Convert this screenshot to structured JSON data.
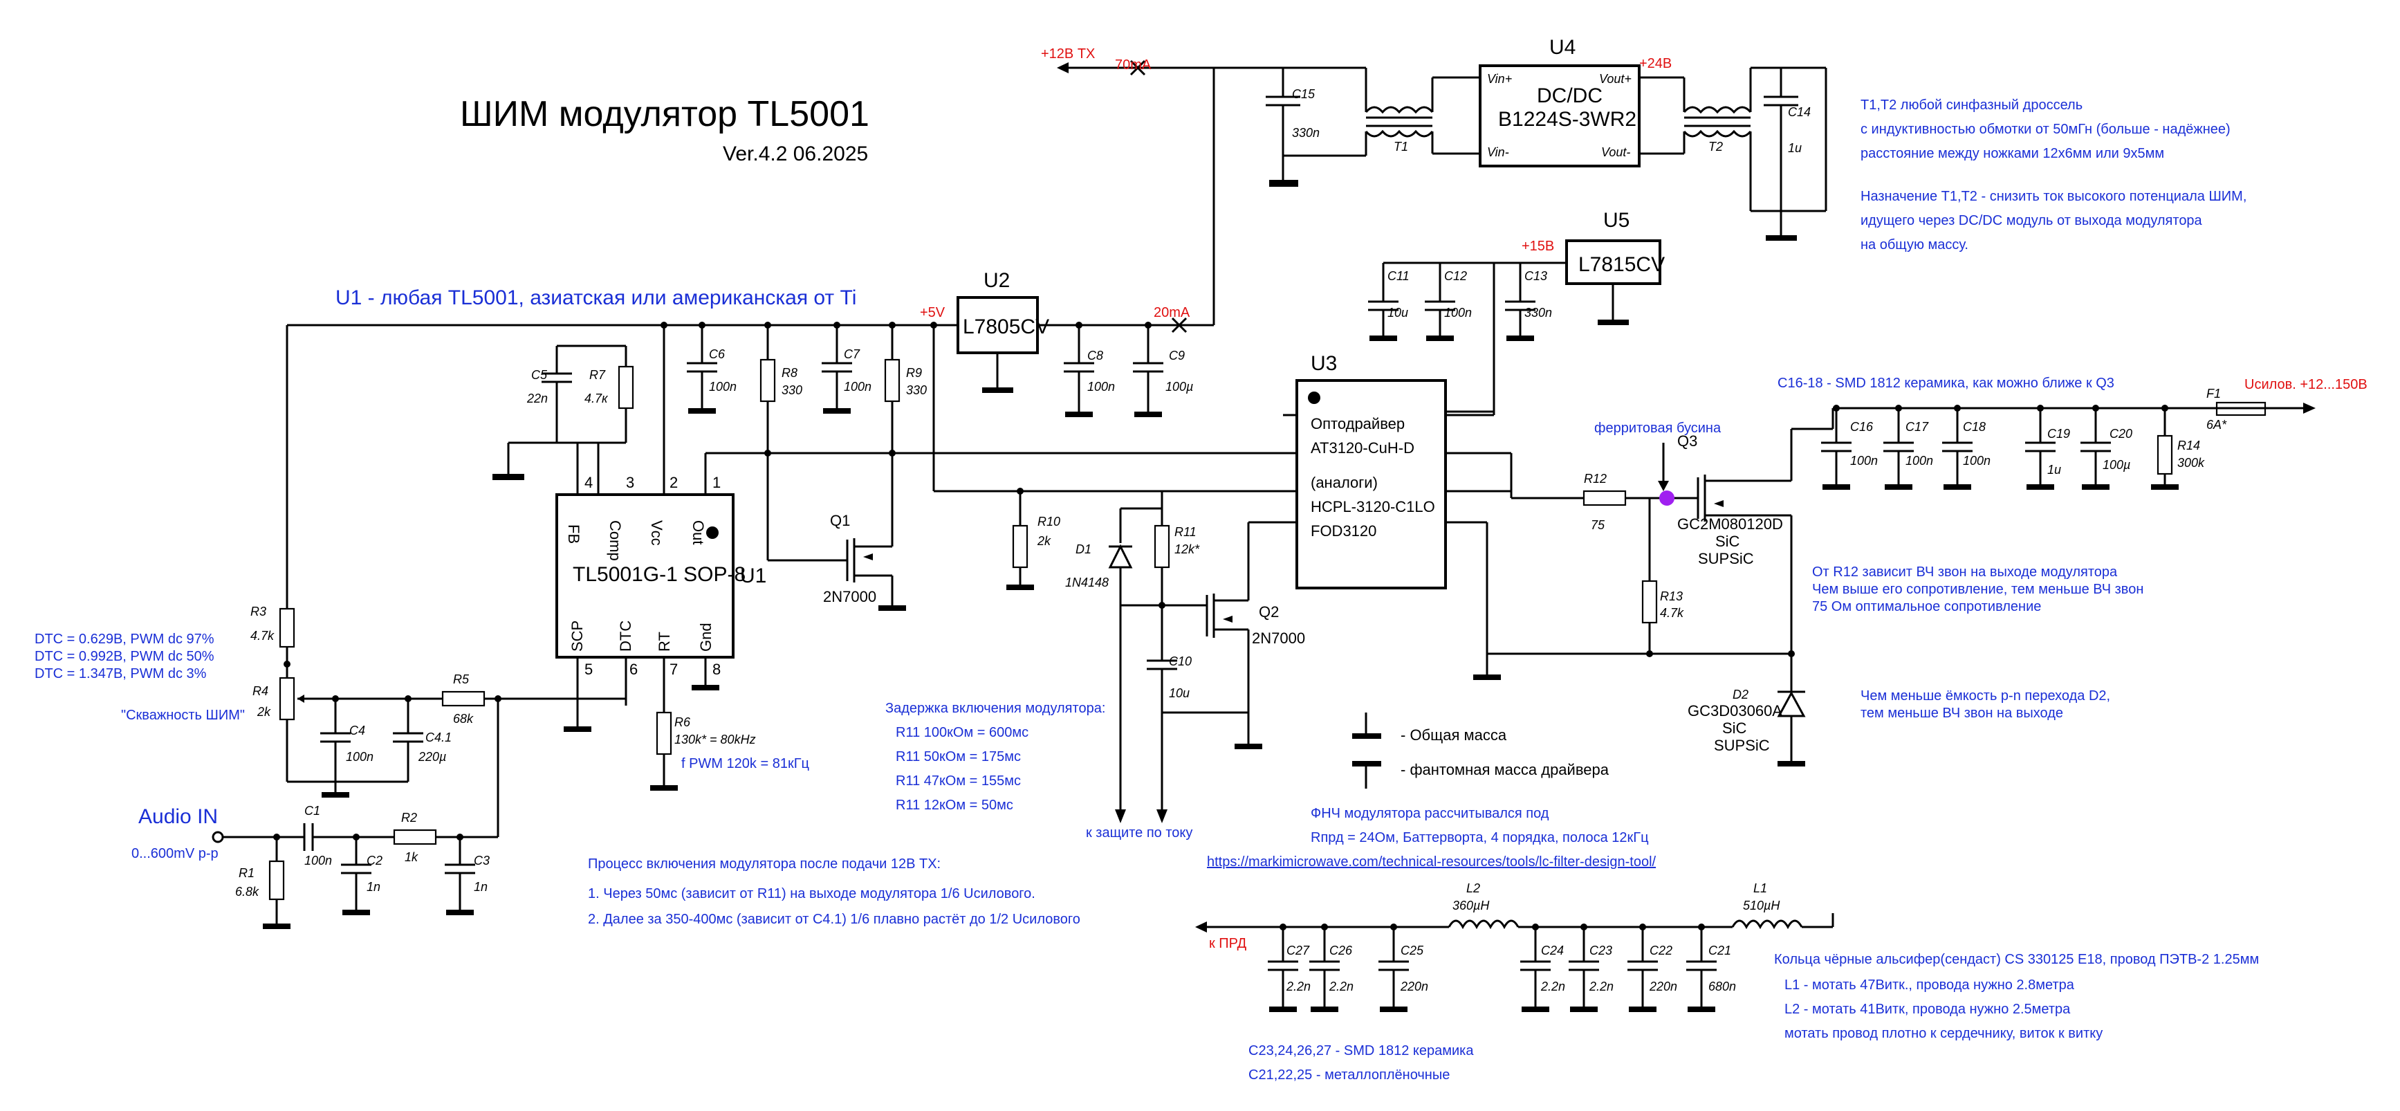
{
  "title": "ШИМ модулятор TL5001",
  "version": "Ver.4.2 06.2025",
  "u1_note": "U1 - любая TL5001, азиатская или американская от Ti",
  "power": {
    "in_12v_tx": "+12В TX",
    "current_70ma": "70mA",
    "current_20ma": "20mA",
    "rail_5v": "+5V",
    "rail_15v": "+15В",
    "rail_24v": "+24В"
  },
  "chips": {
    "u1": {
      "ref": "U1",
      "name": "TL5001G-1 SOP-8",
      "pins": [
        "FB",
        "Comp",
        "Vcc",
        "Out",
        "SCP",
        "DTC",
        "RT",
        "Gnd"
      ],
      "pin_nums": [
        "4",
        "3",
        "2",
        "1",
        "5",
        "6",
        "7",
        "8"
      ]
    },
    "u2": {
      "ref": "U2",
      "name": "L7805CV"
    },
    "u3": {
      "ref": "U3",
      "lines": [
        "Оптодрайвер",
        "AT3120-CuH-D",
        "(аналоги)",
        "HCPL-3120-C1LO",
        "FOD3120"
      ]
    },
    "u4": {
      "ref": "U4",
      "line1": "DC/DC",
      "line2": "B1224S-3WR2",
      "vin_plus": "Vin+",
      "vin_minus": "Vin-",
      "vout_plus": "Vout+",
      "vout_minus": "Vout-"
    },
    "u5": {
      "ref": "U5",
      "name": "L7815CV"
    }
  },
  "parts": {
    "C15": {
      "ref": "C15",
      "val": "330n"
    },
    "C14": {
      "ref": "C14",
      "val": "1u"
    },
    "T1": {
      "ref": "T1"
    },
    "T2": {
      "ref": "T2"
    },
    "C11": {
      "ref": "C11",
      "val": "10u"
    },
    "C12": {
      "ref": "C12",
      "val": "100n"
    },
    "C13": {
      "ref": "C13",
      "val": "330n"
    },
    "C5": {
      "ref": "C5",
      "val": "22n"
    },
    "R7": {
      "ref": "R7",
      "val": "4.7к"
    },
    "C6": {
      "ref": "C6",
      "val": "100n"
    },
    "R8": {
      "ref": "R8",
      "val": "330"
    },
    "C7": {
      "ref": "C7",
      "val": "100n"
    },
    "R9": {
      "ref": "R9",
      "val": "330"
    },
    "C8": {
      "ref": "C8",
      "val": "100n"
    },
    "C9": {
      "ref": "C9",
      "val": "100µ"
    },
    "Q1": {
      "ref": "Q1",
      "val": "2N7000"
    },
    "Q2": {
      "ref": "Q2",
      "val": "2N7000"
    },
    "R10": {
      "ref": "R10",
      "val": "2k"
    },
    "R11": {
      "ref": "R11",
      "val": "12k*"
    },
    "D1": {
      "ref": "D1",
      "val": "1N4148"
    },
    "C10": {
      "ref": "C10",
      "val": "10u"
    },
    "R3": {
      "ref": "R3",
      "val": "4.7k"
    },
    "R4": {
      "ref": "R4",
      "val": "2k"
    },
    "R5": {
      "ref": "R5",
      "val": "68k"
    },
    "C4": {
      "ref": "C4",
      "val": "100n"
    },
    "C41": {
      "ref": "C4.1",
      "val": "220µ"
    },
    "R6": {
      "ref": "R6",
      "val": "130k* = 80kHz"
    },
    "C1": {
      "ref": "C1",
      "val": "100n"
    },
    "R2": {
      "ref": "R2",
      "val": "1k"
    },
    "C2": {
      "ref": "C2",
      "val": "1n"
    },
    "C3": {
      "ref": "C3",
      "val": "1n"
    },
    "R1": {
      "ref": "R1",
      "val": "6.8k"
    },
    "R12": {
      "ref": "R12",
      "val": "75"
    },
    "R13": {
      "ref": "R13",
      "val": "4.7k"
    },
    "Q3": {
      "ref": "Q3",
      "val1": "GC2M080120D",
      "val2": "SiC",
      "val3": "SUPSiC"
    },
    "D2": {
      "ref": "D2",
      "val1": "GC3D03060A",
      "val2": "SiC",
      "val3": "SUPSiC"
    },
    "C16": {
      "ref": "C16",
      "val": "100n"
    },
    "C17": {
      "ref": "C17",
      "val": "100n"
    },
    "C18": {
      "ref": "C18",
      "val": "100n"
    },
    "C19": {
      "ref": "C19",
      "val": "1u"
    },
    "C20": {
      "ref": "C20",
      "val": "100µ"
    },
    "R14": {
      "ref": "R14",
      "val": "300k"
    },
    "F1": {
      "ref": "F1",
      "val": "6A*"
    },
    "L1": {
      "ref": "L1",
      "val": "510µH"
    },
    "L2": {
      "ref": "L2",
      "val": "360µH"
    },
    "C21": {
      "ref": "C21",
      "val": "680n"
    },
    "C22": {
      "ref": "C22",
      "val": "220n"
    },
    "C23": {
      "ref": "C23",
      "val": "2.2n"
    },
    "C24": {
      "ref": "C24",
      "val": "2.2n"
    },
    "C25": {
      "ref": "C25",
      "val": "220n"
    },
    "C26": {
      "ref": "C26",
      "val": "2.2n"
    },
    "C27": {
      "ref": "C27",
      "val": "2.2n"
    }
  },
  "labels": {
    "audio_in": "Audio IN",
    "audio_range": "0...600mV p-p",
    "dtc1": "DTC = 0.629В, PWM dc 97%",
    "dtc2": "DTC = 0.992В, PWM dc 50%",
    "dtc3": "DTC = 1.347В, PWM dc 3%",
    "duty": "\"Скважность ШИМ\"",
    "fpwm": "f PWM 120k = 81кГц",
    "delay_title": "Задержка включения модулятора:",
    "delay1": "R11 100кОм = 600мс",
    "delay2": "R11 50кОм = 175мс",
    "delay3": "R11 47кОм = 155мс",
    "delay4": "R11 12кОм = 50мс",
    "to_protection": "к защите по току",
    "process_title": "Процесс включения модулятора после подачи 12В TX:",
    "process1": "1. Через 50мс (зависит от R11) на выходе модулятора 1/6 Uсилового.",
    "process2": "2. Далее за 350-400мс (зависит от C4.1) 1/6 плавно растёт до 1/2 Uсилового",
    "common_gnd": "- Общая масса",
    "phantom_gnd": "- фантомная масса драйвера",
    "lpf1": "ФНЧ модулятора рассчитывался под",
    "lpf2": "Rпрд = 24Ом, Баттерворта, 4 порядка, полоса 12кГц",
    "lpf_url": "https://markimicrowave.com/technical-resources/tools/lc-filter-design-tool/",
    "to_prd": "к ПРД",
    "smd_note1": "C23,24,26,27 - SMD 1812 керамика",
    "smd_note2": "C21,22,25 - металлоплёночные",
    "ferrite": "ферритовая бусина",
    "c16_note": "C16-18 - SMD 1812 керамика, как можно ближе к Q3",
    "usilov": "Uсилов. +12...150В",
    "t_note1": "T1,T2 любой синфазный дроссель",
    "t_note2": "с индуктивностью обмотки от 50мГн (больше - надёжнее)",
    "t_note3": "расстояние между ножками 12х6мм или 9х5мм",
    "t_note4": "Назначение T1,T2 - снизить ток высокого потенциала ШИМ,",
    "t_note5": "идущего через DC/DC модуль от выхода модулятора",
    "t_note6": "на общую массу.",
    "r12_note1": "От R12 зависит ВЧ звон на выходе модулятора",
    "r12_note2": "Чем выше его сопротивление, тем меньше ВЧ звон",
    "r12_note3": "75 Ом оптимальное сопротивление",
    "d2_note1": "Чем меньше ёмкость p-n перехода D2,",
    "d2_note2": "тем меньше ВЧ звон на выходе",
    "ring1": "Кольца чёрные альсифер(сендаст) CS 330125 E18, провод ПЭТВ-2 1.25мм",
    "ring2": "L1 - мотать 47Витк., провода нужно 2.8метра",
    "ring3": "L2 - мотать 41Витк, провода нужно 2.5метра",
    "ring4": "мотать провод плотно к сердечнику, виток к витку"
  },
  "colors": {
    "blue": "#1a2fd6",
    "red": "#e01010",
    "ferrite_dot": "#a020f0"
  }
}
